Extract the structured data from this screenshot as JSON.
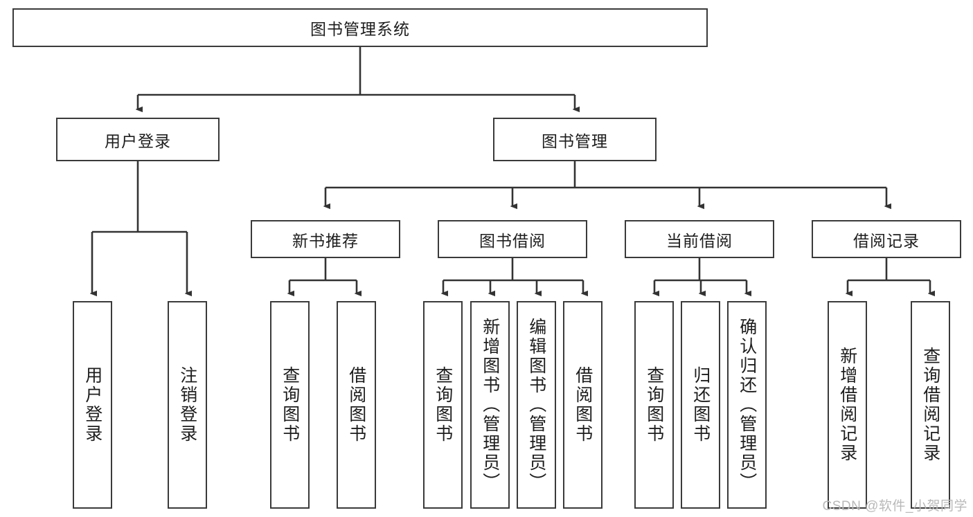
{
  "diagram": {
    "type": "tree-hierarchy",
    "title": "图书管理系统",
    "watermark": "CSDN @软件_小贺同学",
    "colors": {
      "stroke": "#3a3a3a",
      "fill": "#ffffff",
      "text": "#1d1d1d",
      "watermark": "#b9b9b9"
    },
    "nodes": {
      "root": {
        "label": "图书管理系统"
      },
      "level2": [
        {
          "label": "用户登录"
        },
        {
          "label": "图书管理"
        }
      ],
      "level3": [
        {
          "label": "新书推荐"
        },
        {
          "label": "图书借阅"
        },
        {
          "label": "当前借阅"
        },
        {
          "label": "借阅记录"
        }
      ],
      "leaves_user_login": [
        {
          "label": "用户登录"
        },
        {
          "label": "注销登录"
        }
      ],
      "leaves_new_book": [
        {
          "label": "查询图书"
        },
        {
          "label": "借阅图书"
        }
      ],
      "leaves_borrow": [
        {
          "label": "查询图书"
        },
        {
          "label": "新增图书（管理员）"
        },
        {
          "label": "编辑图书（管理员）"
        },
        {
          "label": "借阅图书"
        }
      ],
      "leaves_current": [
        {
          "label": "查询图书"
        },
        {
          "label": "归还图书"
        },
        {
          "label": "确认归还（管理员）"
        }
      ],
      "leaves_records": [
        {
          "label": "新增借阅记录"
        },
        {
          "label": "查询借阅记录"
        }
      ]
    }
  }
}
